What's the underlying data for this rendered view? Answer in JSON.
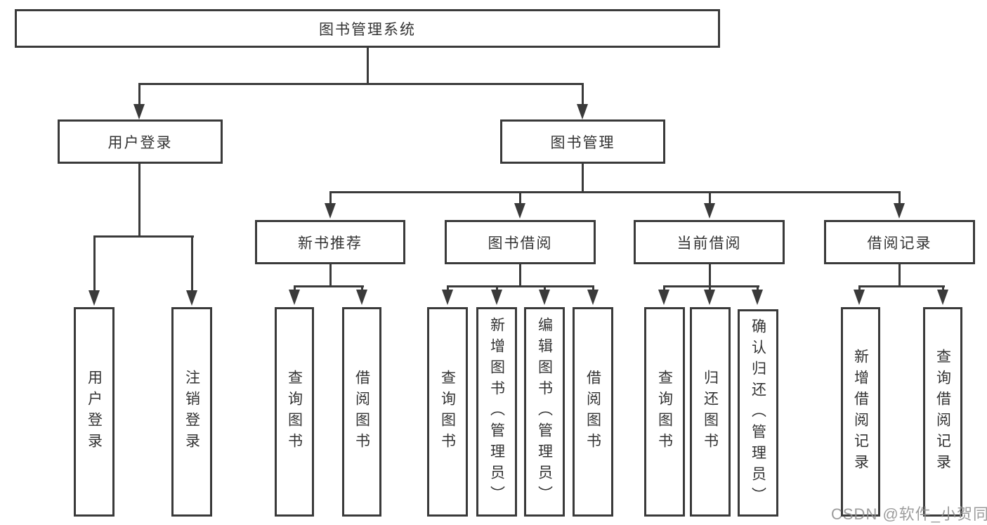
{
  "tree": {
    "root": "图书管理系统",
    "branches": [
      {
        "label": "用户登录",
        "children": [
          "用户登录",
          "注销登录"
        ]
      },
      {
        "label": "图书管理",
        "groups": [
          {
            "label": "新书推荐",
            "children": [
              "查询图书",
              "借阅图书"
            ]
          },
          {
            "label": "图书借阅",
            "children": [
              "查询图书",
              "新增图书（管理员）",
              "编辑图书（管理员）",
              "借阅图书"
            ]
          },
          {
            "label": "当前借阅",
            "children": [
              "查询图书",
              "归还图书",
              "确认归还（管理员）"
            ]
          },
          {
            "label": "借阅记录",
            "children": [
              "新增借阅记录",
              "查询借阅记录"
            ]
          }
        ]
      }
    ]
  },
  "watermark": "CSDN @软件_小贺同学",
  "colors": {
    "line": "#3a3a3a",
    "text": "#333333",
    "watermark": "#919191",
    "background": "#ffffff"
  }
}
